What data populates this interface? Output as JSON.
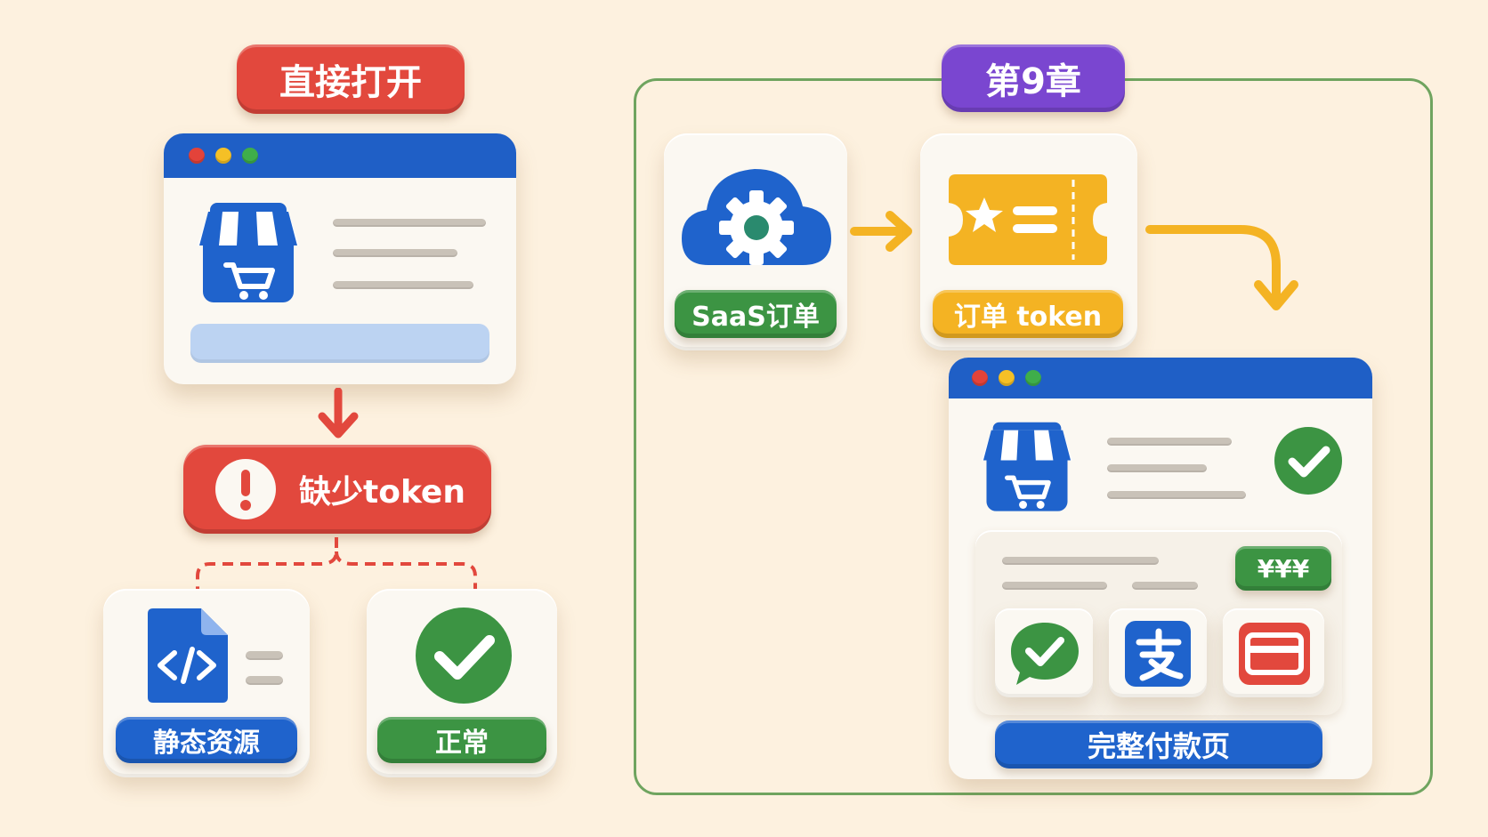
{
  "left": {
    "title": "直接打开",
    "error_label": "缺少token",
    "branch_static": "静态资源",
    "branch_normal": "正常"
  },
  "right": {
    "chapter": "第9章",
    "saas_label": "SaaS订单",
    "token_label": "订单 token",
    "price": "¥¥¥",
    "payment_page": "完整付款页"
  },
  "colors": {
    "red": "#e2483d",
    "purple": "#7a46d0",
    "green": "#3c9443",
    "yellow": "#f4b323",
    "blue": "#1f63cc",
    "frame": "#6fa45f"
  }
}
